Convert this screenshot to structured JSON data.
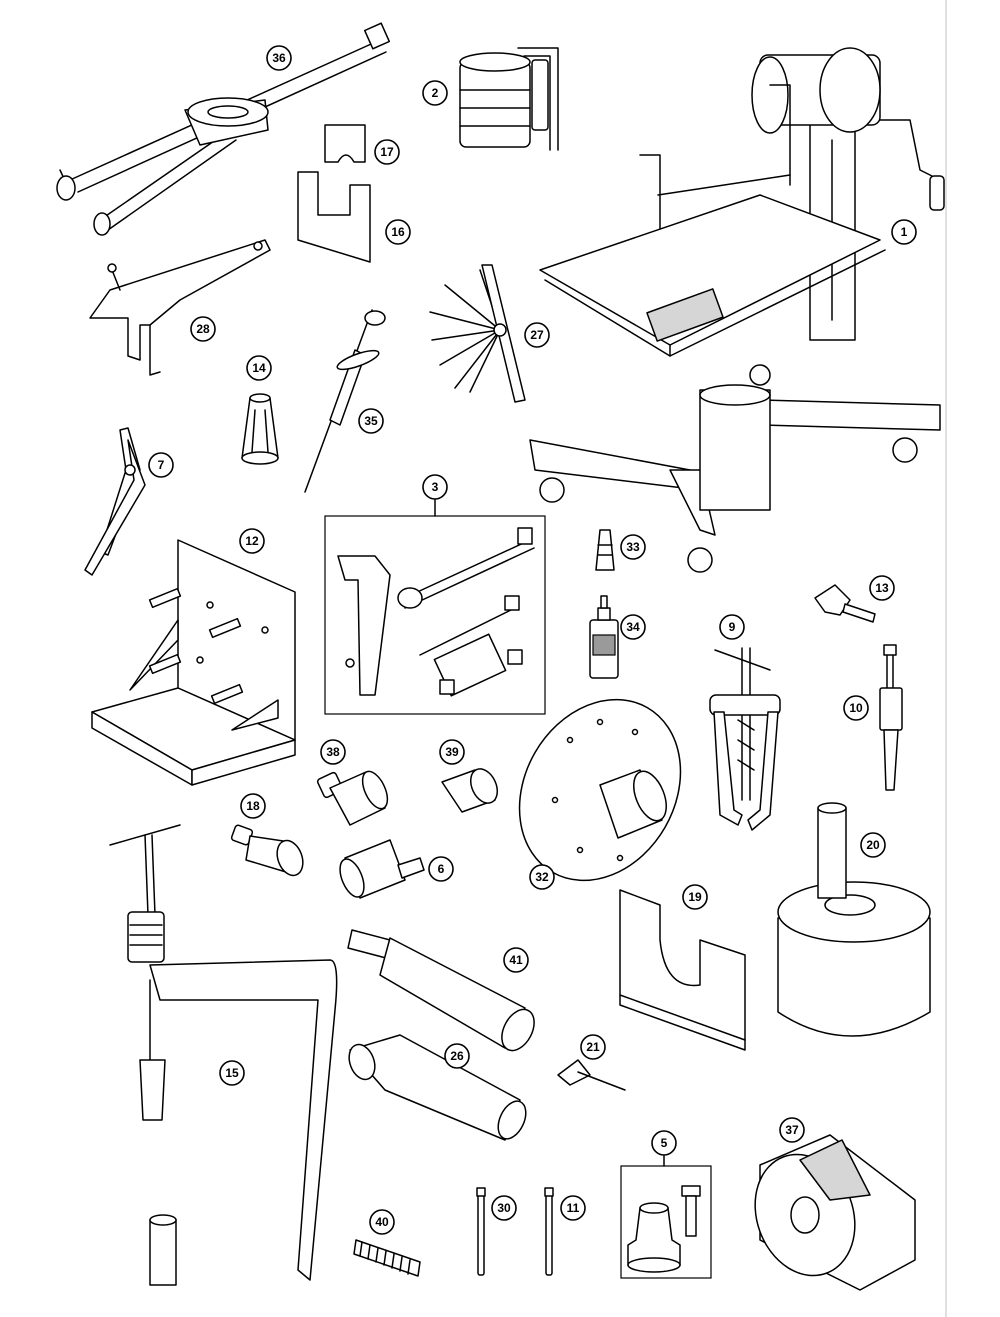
{
  "callouts": [
    "1",
    "2",
    "3",
    "5",
    "6",
    "7",
    "9",
    "10",
    "11",
    "12",
    "13",
    "14",
    "15",
    "16",
    "17",
    "18",
    "19",
    "20",
    "21",
    "26",
    "27",
    "28",
    "30",
    "32",
    "33",
    "34",
    "35",
    "36",
    "37",
    "38",
    "39",
    "40",
    "41"
  ],
  "tools": [
    {
      "id": "36",
      "icon": "bearing-puller-bolts-icon"
    },
    {
      "id": "2",
      "icon": "piston-ring-compressor-icon"
    },
    {
      "id": "17",
      "icon": "piston-holder-small-icon"
    },
    {
      "id": "16",
      "icon": "piston-holder-block-icon"
    },
    {
      "id": "1",
      "icon": "engine-work-stand-icon"
    },
    {
      "id": "28",
      "icon": "holding-spanner-icon"
    },
    {
      "id": "27",
      "icon": "feeler-gauge-icon"
    },
    {
      "id": "14",
      "icon": "sleeve-icon"
    },
    {
      "id": "35",
      "icon": "slide-hammer-small-icon"
    },
    {
      "id": "7",
      "icon": "circlip-pliers-icon"
    },
    {
      "id": "3",
      "icon": "mounting-bracket-icon"
    },
    {
      "id": "12",
      "icon": "engine-fixture-plate-icon"
    },
    {
      "id": "33",
      "icon": "sealant-tube-icon"
    },
    {
      "id": "34",
      "icon": "loctite-bottle-icon"
    },
    {
      "id": "13",
      "icon": "wing-screw-icon"
    },
    {
      "id": "9",
      "icon": "two-arm-puller-icon"
    },
    {
      "id": "10",
      "icon": "internal-puller-icon"
    },
    {
      "id": "38",
      "icon": "drift-38-icon"
    },
    {
      "id": "39",
      "icon": "drift-39-icon"
    },
    {
      "id": "32",
      "icon": "degree-disc-icon"
    },
    {
      "id": "18",
      "icon": "adapter-icon"
    },
    {
      "id": "6",
      "icon": "press-drift-icon"
    },
    {
      "id": "19",
      "icon": "support-plate-icon"
    },
    {
      "id": "20",
      "icon": "press-tool-icon"
    },
    {
      "id": "15",
      "icon": "valve-spring-compressor-icon"
    },
    {
      "id": "41",
      "icon": "long-drift-icon"
    },
    {
      "id": "21",
      "icon": "gauge-hook-icon"
    },
    {
      "id": "26",
      "icon": "socket-wrench-icon"
    },
    {
      "id": "37",
      "icon": "bell-press-icon"
    },
    {
      "id": "5",
      "icon": "insert-tool-icon"
    },
    {
      "id": "30",
      "icon": "pin-30-icon"
    },
    {
      "id": "11",
      "icon": "pin-11-icon"
    },
    {
      "id": "40",
      "icon": "spring-icon"
    }
  ]
}
